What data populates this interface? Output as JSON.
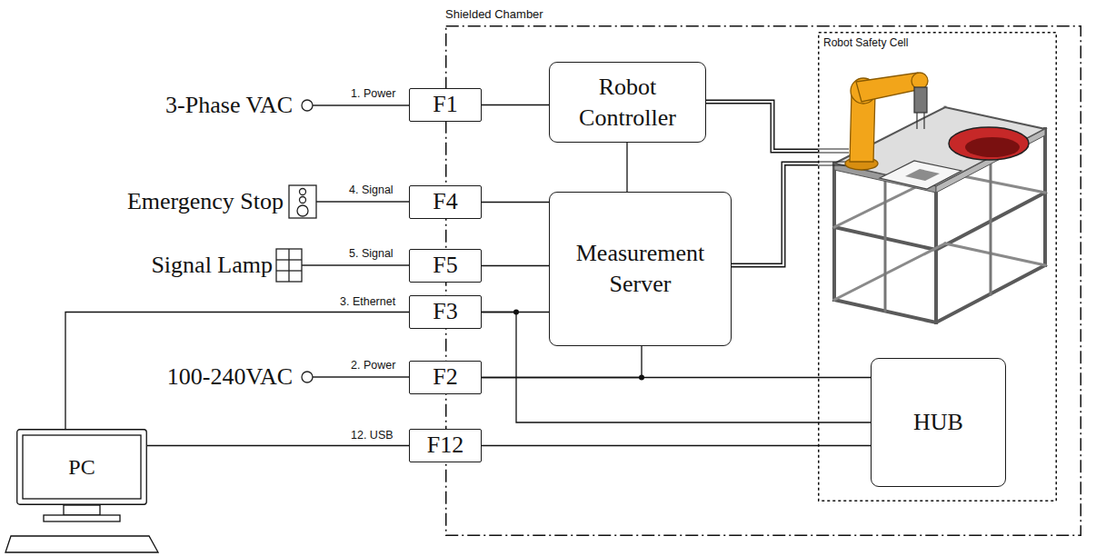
{
  "diagram": {
    "nodes": [
      {
        "text": [
          "Shielded Chamber"
        ]
      },
      {
        "text": [
          "F1"
        ],
        "in": 0
      },
      {
        "text": [
          "Robot Controller"
        ],
        "in": 0
      },
      {
        "text": [
          "Robot Safety Cell"
        ],
        "in": 0
      },
      {
        "text": [
          "F4"
        ],
        "in": 0
      },
      {
        "text": [
          "Measurement Server"
        ],
        "in": 0
      },
      {
        "text": [
          "F5"
        ],
        "in": 0
      },
      {
        "text": [
          "F3"
        ],
        "in": 0
      },
      {
        "text": [
          "F2"
        ],
        "in": 0
      },
      {
        "text": [
          "HUB"
        ],
        "in": 3
      },
      {
        "text": [
          "F12"
        ],
        "in": 0
      },
      {
        "text": [
          "PC"
        ]
      }
    ],
    "edges": [
      {
        "from": 1,
        "to": 2,
        "arrow": "none"
      },
      {
        "from": 2,
        "to": 5,
        "arrow": "none"
      },
      {
        "from": 2,
        "to": 3,
        "arrow": "none"
      },
      {
        "from": 5,
        "to": 3,
        "arrow": "none"
      },
      {
        "from": 4,
        "to": 5,
        "arrow": "none"
      },
      {
        "from": 6,
        "to": 5,
        "arrow": "none"
      },
      {
        "from": 7,
        "to": 5,
        "arrow": "none"
      },
      {
        "from": 7,
        "to": 9,
        "arrow": "none"
      },
      {
        "from": 8,
        "to": 5,
        "arrow": "none"
      },
      {
        "from": 8,
        "to": 9,
        "arrow": "none"
      },
      {
        "from": 10,
        "to": 9,
        "arrow": "none"
      },
      {
        "from": 11,
        "to": 7,
        "label": "3. Ethernet",
        "arrow": "none"
      },
      {
        "from": 11,
        "to": 10,
        "label": "12. USB",
        "arrow": "none"
      }
    ],
    "labels": [
      "3-Phase VAC",
      "1. Power",
      "Emergency Stop",
      "4. Signal",
      "Signal Lamp",
      "5. Signal",
      "100-240VAC",
      "2. Power"
    ]
  }
}
